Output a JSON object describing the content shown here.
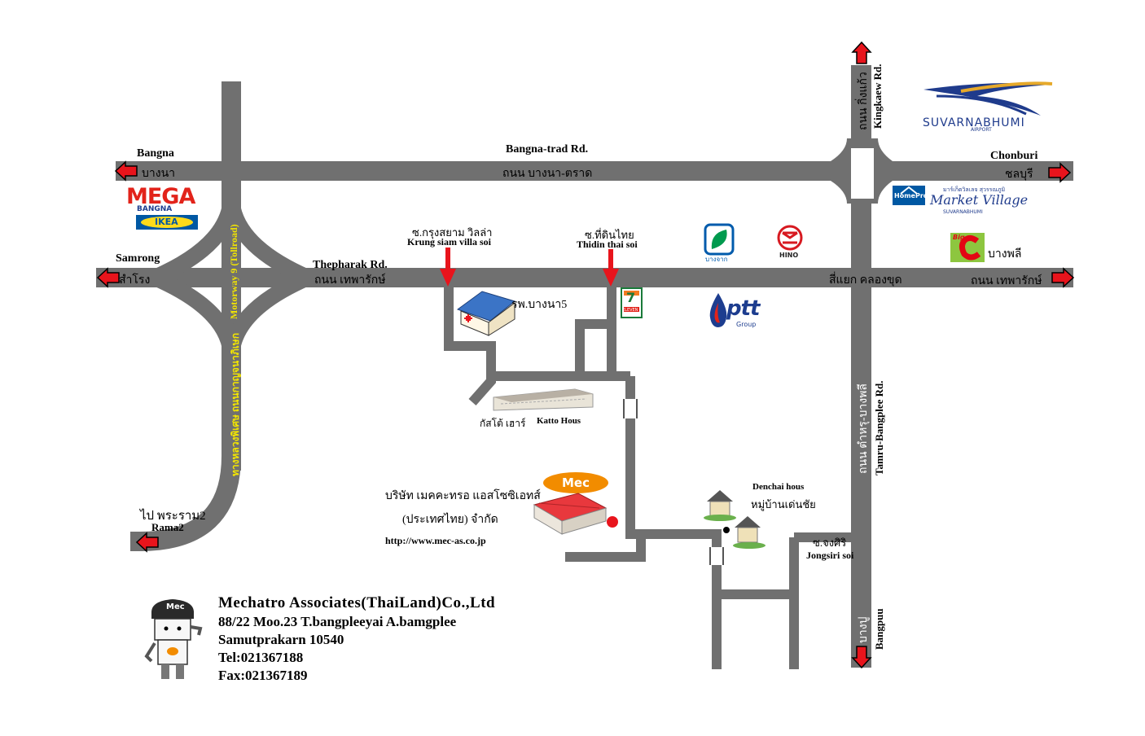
{
  "roads": {
    "bangna_trad_en": "Bangna-trad Rd.",
    "bangna_trad_th": "ถนน บางนา-ตราด",
    "thepharak_en": "Thepharak Rd.",
    "thepharak_th": "ถนน เทพารักษ์",
    "thepharak_th_right": "ถนน เทพารักษ์",
    "kingkaew_th": "ถนน กิ่งแก้ว",
    "kingkaew_en": "Kingkaew Rd.",
    "tamru_th": "ถนน ตำหรุ-บางพลี",
    "tamru_en": "Tamru-Bangplee Rd.",
    "motorway_en": "Motorway 9 (Tollroad)",
    "motorway_th": "ทางหลวงพิเศษ ถนนกาญจนาภิเษก",
    "intersection_th": "สี่แยก คลองขุด"
  },
  "directions": {
    "bangna_en": "Bangna",
    "bangna_th": "บางนา",
    "chonburi_en": "Chonburi",
    "chonburi_th": "ชลบุรี",
    "samrong_en": "Samrong",
    "samrong_th": "สำโรง",
    "bangphli_th": "บางพลี",
    "rama2_th": "ไป พระราม2",
    "rama2_en": "Rama2",
    "bangpuu_th": "บางปู",
    "bangpuu_en": "Bangpuu"
  },
  "sois": {
    "krung_th": "ซ.กรุงสยาม วิลล่า",
    "krung_en": "Krung siam villa soi",
    "thidin_th": "ซ.ที่ดินไทย",
    "thidin_en": "Thidin thai soi",
    "jongsiri_th": "ซ.จงศิริ",
    "jongsiri_en": "Jongsiri soi"
  },
  "landmarks": {
    "hospital": "รพ.บางนา5",
    "katto_th": "กัสโต้ เฮาร์",
    "katto_en": "Katto Hous",
    "denchai_en": "Denchai hous",
    "denchai_th": "หมู่บ้านเด่นชัย",
    "mec_company_th1": "บริษัท เมคคะทรอ แอสโซซิเอทส์",
    "mec_company_th2": "(ประเทศไทย) จำกัด",
    "mec_url": "http://www.mec-as.co.jp",
    "mec_logo": "Mec",
    "seven_eleven": "7",
    "seven_eleven_sub": "ELEVEN",
    "bangchak": "บางจาก",
    "hino": "HINO",
    "ptt": "ptt",
    "ptt_sub": "Group",
    "bigc_logo": "Big",
    "mega": "MEGA",
    "mega_sub": "BANGNA",
    "ikea": "IKEA",
    "suvarnabhumi": "SUVARNABHUMI",
    "suvarnabhumi_sub": "AIRPORT",
    "homepro": "HomePro",
    "market_village_th": "มาร์เก็ตวิลเลจ สุวรรณภูมิ",
    "market_village": "Market Village",
    "market_village_sub": "SUVARNABHUMI",
    "mascot_cap": "Mec"
  },
  "company": {
    "name": "Mechatro Associates(ThaiLand)Co.,Ltd",
    "address1": "88/22 Moo.23 T.bangpleeyai A.bamgplee",
    "address2": "Samutprakarn 10540",
    "tel": "Tel:021367188",
    "fax": "Fax:021367189"
  },
  "colors": {
    "road": "#707070",
    "arrow": "#e8141c",
    "motorway_text": "#f3e600",
    "suvarnabhumi_blue": "#1f3b8c",
    "suvarnabhumi_gold": "#e6a92a",
    "mec_orange": "#f28c00",
    "mega_red": "#e2231a",
    "ikea_blue": "#0058a3",
    "ikea_yellow": "#ffda1a",
    "ptt_blue": "#1d3d8f",
    "bangchak_green": "#009a4e",
    "hino_red": "#d71920",
    "bigc_green": "#8dc63f",
    "bigc_red": "#e30613"
  }
}
